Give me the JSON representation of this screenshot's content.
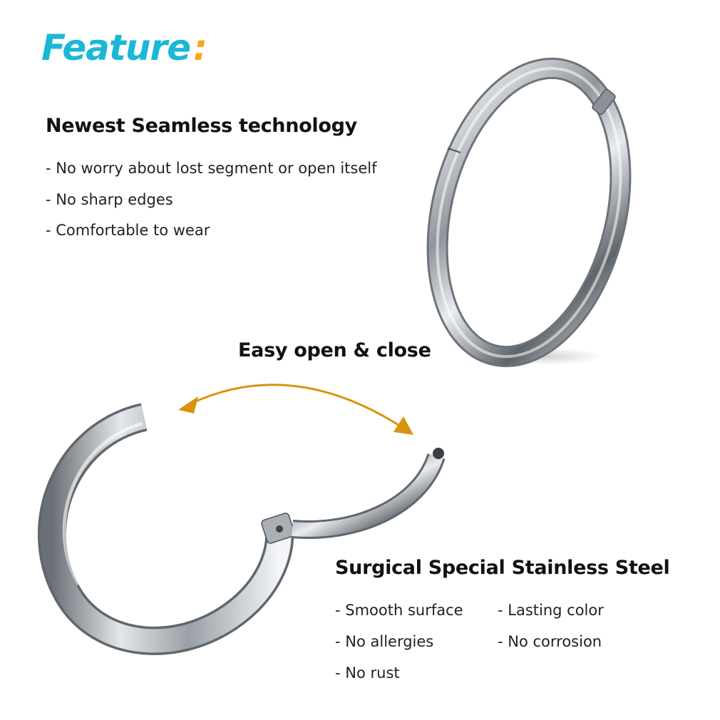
{
  "feature": {
    "title": "Feature",
    "colon": ":"
  },
  "seamless": {
    "heading": "Newest Seamless technology",
    "bullets": [
      "No worry about lost segment or open itself",
      "No sharp edges",
      "Comfortable to wear"
    ]
  },
  "easy": {
    "heading": "Easy open & close"
  },
  "steel": {
    "heading": "Surgical Special Stainless Steel",
    "bullets_left": [
      "Smooth surface",
      "No allergies",
      "No rust"
    ],
    "bullets_right": [
      "Lasting color",
      "No corrosion"
    ]
  },
  "colors": {
    "title": "#1ab8d6",
    "colon": "#f6a71c",
    "arrow": "#d9930f",
    "steel_light": "#f2f4f6",
    "steel_dark": "#6c7278"
  }
}
